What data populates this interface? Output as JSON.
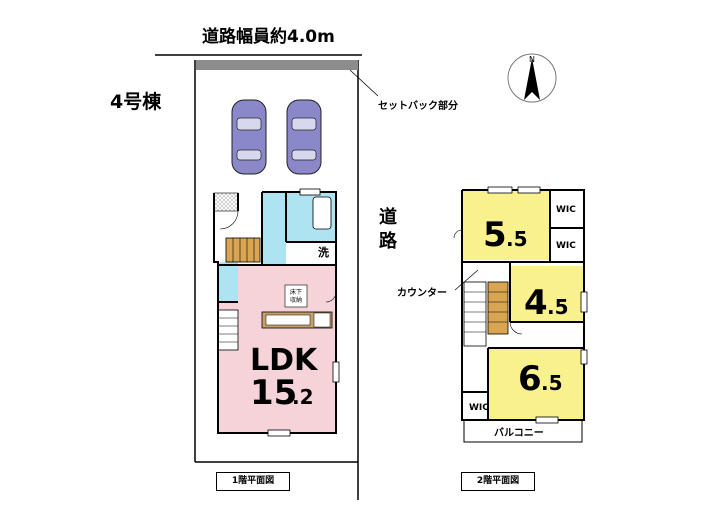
{
  "road_top_label": "道路幅員約4.0m",
  "building_label": "4号棟",
  "setback_label": "セットバック部分",
  "road_side_label": [
    "道",
    "路"
  ],
  "compass_letter": "N",
  "floor1": {
    "caption": "1階平面図",
    "ldk_name": "LDK",
    "ldk_size_main": "15",
    "ldk_size_dec": ".2",
    "underfloor_storage": [
      "床下",
      "収納"
    ],
    "washroom": "洗"
  },
  "floor2": {
    "caption": "2階平面図",
    "counter_label": "カウンター",
    "balcony_label": "バルコニー",
    "rooms": [
      {
        "main": "5",
        "dec": ".5"
      },
      {
        "main": "4",
        "dec": ".5"
      },
      {
        "main": "6",
        "dec": ".5"
      }
    ],
    "wic": [
      "WIC",
      "WIC",
      "WIC"
    ]
  },
  "colors": {
    "ldk_fill": "#f6d3d8",
    "bedroom_fill": "#f8f18e",
    "water_fill": "#aee3f1",
    "stair_fill": "#d9a552",
    "setback_fill": "#8c8c8c",
    "car_fill": "#8a88c8"
  }
}
